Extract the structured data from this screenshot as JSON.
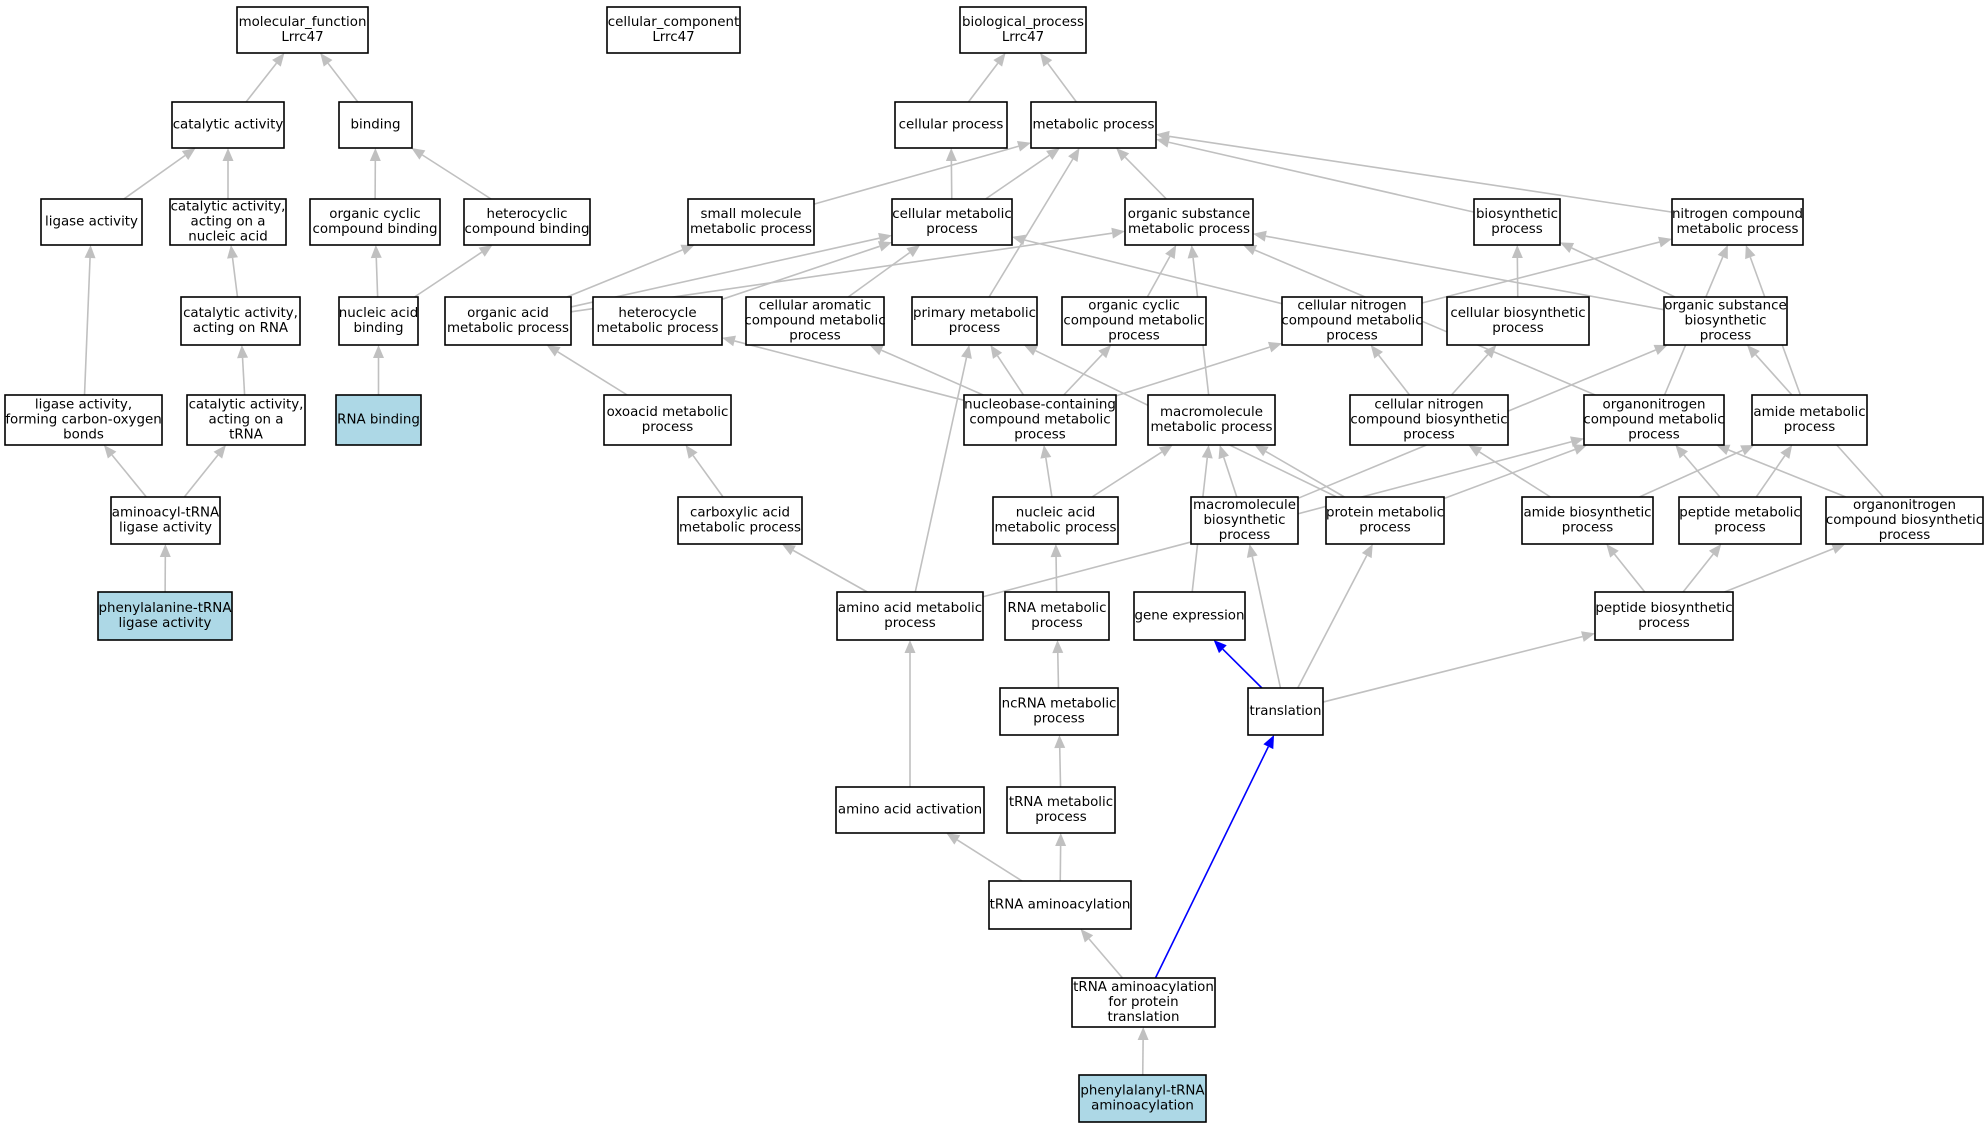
{
  "nodes": {
    "mf": {
      "lines": [
        "molecular_function",
        "Lrrc47"
      ],
      "fill": "#ffffff"
    },
    "cc": {
      "lines": [
        "cellular_component",
        "Lrrc47"
      ],
      "fill": "#ffffff"
    },
    "bp": {
      "lines": [
        "biological_process",
        "Lrrc47"
      ],
      "fill": "#ffffff"
    },
    "catalytic": {
      "lines": [
        "catalytic activity"
      ],
      "fill": "#ffffff"
    },
    "binding": {
      "lines": [
        "binding"
      ],
      "fill": "#ffffff"
    },
    "cellproc": {
      "lines": [
        "cellular process"
      ],
      "fill": "#ffffff"
    },
    "metproc": {
      "lines": [
        "metabolic process"
      ],
      "fill": "#ffffff"
    },
    "ligase": {
      "lines": [
        "ligase activity"
      ],
      "fill": "#ffffff"
    },
    "catna": {
      "lines": [
        "catalytic activity,",
        "acting on a",
        "nucleic acid"
      ],
      "fill": "#ffffff"
    },
    "orgcycbind": {
      "lines": [
        "organic cyclic",
        "compound binding"
      ],
      "fill": "#ffffff"
    },
    "hetbind": {
      "lines": [
        "heterocyclic",
        "compound binding"
      ],
      "fill": "#ffffff"
    },
    "smallmol": {
      "lines": [
        "small molecule",
        "metabolic process"
      ],
      "fill": "#ffffff"
    },
    "cellmet": {
      "lines": [
        "cellular metabolic",
        "process"
      ],
      "fill": "#ffffff"
    },
    "orgsub": {
      "lines": [
        "organic substance",
        "metabolic process"
      ],
      "fill": "#ffffff"
    },
    "biosyn": {
      "lines": [
        "biosynthetic",
        "process"
      ],
      "fill": "#ffffff"
    },
    "nitcomp": {
      "lines": [
        "nitrogen compound",
        "metabolic process"
      ],
      "fill": "#ffffff"
    },
    "catrna": {
      "lines": [
        "catalytic activity,",
        "acting on RNA"
      ],
      "fill": "#ffffff"
    },
    "nabind": {
      "lines": [
        "nucleic acid",
        "binding"
      ],
      "fill": "#ffffff"
    },
    "orgacid": {
      "lines": [
        "organic acid",
        "metabolic process"
      ],
      "fill": "#ffffff"
    },
    "hetmet": {
      "lines": [
        "heterocycle",
        "metabolic process"
      ],
      "fill": "#ffffff"
    },
    "cellarom": {
      "lines": [
        "cellular aromatic",
        "compound metabolic",
        "process"
      ],
      "fill": "#ffffff"
    },
    "primmet": {
      "lines": [
        "primary metabolic",
        "process"
      ],
      "fill": "#ffffff"
    },
    "orgcycmet": {
      "lines": [
        "organic cyclic",
        "compound metabolic",
        "process"
      ],
      "fill": "#ffffff"
    },
    "cellnit": {
      "lines": [
        "cellular nitrogen",
        "compound metabolic",
        "process"
      ],
      "fill": "#ffffff"
    },
    "cellbio": {
      "lines": [
        "cellular biosynthetic",
        "process"
      ],
      "fill": "#ffffff"
    },
    "orgsubbio": {
      "lines": [
        "organic substance",
        "biosynthetic",
        "process"
      ],
      "fill": "#ffffff"
    },
    "ligco": {
      "lines": [
        "ligase activity,",
        "forming carbon-oxygen",
        "bonds"
      ],
      "fill": "#ffffff"
    },
    "cattrna": {
      "lines": [
        "catalytic activity,",
        "acting on a",
        "tRNA"
      ],
      "fill": "#ffffff"
    },
    "rnabind": {
      "lines": [
        "RNA binding"
      ],
      "fill": "#add8e6"
    },
    "oxoacid": {
      "lines": [
        "oxoacid metabolic",
        "process"
      ],
      "fill": "#ffffff"
    },
    "nucbase": {
      "lines": [
        "nucleobase-containing",
        "compound metabolic",
        "process"
      ],
      "fill": "#ffffff"
    },
    "macromet": {
      "lines": [
        "macromolecule",
        "metabolic process"
      ],
      "fill": "#ffffff"
    },
    "cellnitbio": {
      "lines": [
        "cellular nitrogen",
        "compound biosynthetic",
        "process"
      ],
      "fill": "#ffffff"
    },
    "organomet": {
      "lines": [
        "organonitrogen",
        "compound metabolic",
        "process"
      ],
      "fill": "#ffffff"
    },
    "amidemet": {
      "lines": [
        "amide metabolic",
        "process"
      ],
      "fill": "#ffffff"
    },
    "aatrna": {
      "lines": [
        "aminoacyl-tRNA",
        "ligase activity"
      ],
      "fill": "#ffffff"
    },
    "carbox": {
      "lines": [
        "carboxylic acid",
        "metabolic process"
      ],
      "fill": "#ffffff"
    },
    "namet": {
      "lines": [
        "nucleic acid",
        "metabolic process"
      ],
      "fill": "#ffffff"
    },
    "macrobio": {
      "lines": [
        "macromolecule",
        "biosynthetic",
        "process"
      ],
      "fill": "#ffffff"
    },
    "protmet": {
      "lines": [
        "protein metabolic",
        "process"
      ],
      "fill": "#ffffff"
    },
    "amidebio": {
      "lines": [
        "amide biosynthetic",
        "process"
      ],
      "fill": "#ffffff"
    },
    "pepmet": {
      "lines": [
        "peptide metabolic",
        "process"
      ],
      "fill": "#ffffff"
    },
    "organobio": {
      "lines": [
        "organonitrogen",
        "compound biosynthetic",
        "process"
      ],
      "fill": "#ffffff"
    },
    "phetrna": {
      "lines": [
        "phenylalanine-tRNA",
        "ligase activity"
      ],
      "fill": "#add8e6"
    },
    "aamet": {
      "lines": [
        "amino acid metabolic",
        "process"
      ],
      "fill": "#ffffff"
    },
    "rnamet": {
      "lines": [
        "RNA metabolic",
        "process"
      ],
      "fill": "#ffffff"
    },
    "geneexp": {
      "lines": [
        "gene expression"
      ],
      "fill": "#ffffff"
    },
    "pepbio": {
      "lines": [
        "peptide biosynthetic",
        "process"
      ],
      "fill": "#ffffff"
    },
    "translation": {
      "lines": [
        "translation"
      ],
      "fill": "#ffffff"
    },
    "ncrna": {
      "lines": [
        "ncRNA metabolic",
        "process"
      ],
      "fill": "#ffffff"
    },
    "aaact": {
      "lines": [
        "amino acid activation"
      ],
      "fill": "#ffffff"
    },
    "trnamet": {
      "lines": [
        "tRNA metabolic",
        "process"
      ],
      "fill": "#ffffff"
    },
    "trnaaa": {
      "lines": [
        "tRNA aminoacylation"
      ],
      "fill": "#ffffff"
    },
    "trnaprot": {
      "lines": [
        "tRNA aminoacylation",
        "for protein",
        "translation"
      ],
      "fill": "#ffffff"
    },
    "phetrnaaa": {
      "lines": [
        "phenylalanyl-tRNA",
        "aminoacylation"
      ],
      "fill": "#add8e6"
    }
  },
  "edges": [
    {
      "from": "catalytic",
      "to": "mf",
      "color": "#c0c0c0"
    },
    {
      "from": "binding",
      "to": "mf",
      "color": "#c0c0c0"
    },
    {
      "from": "cellproc",
      "to": "bp",
      "color": "#c0c0c0"
    },
    {
      "from": "metproc",
      "to": "bp",
      "color": "#c0c0c0"
    },
    {
      "from": "ligase",
      "to": "catalytic",
      "color": "#c0c0c0"
    },
    {
      "from": "catna",
      "to": "catalytic",
      "color": "#c0c0c0"
    },
    {
      "from": "orgcycbind",
      "to": "binding",
      "color": "#c0c0c0"
    },
    {
      "from": "hetbind",
      "to": "binding",
      "color": "#c0c0c0"
    },
    {
      "from": "smallmol",
      "to": "metproc",
      "color": "#c0c0c0"
    },
    {
      "from": "cellmet",
      "to": "cellproc",
      "color": "#c0c0c0"
    },
    {
      "from": "cellmet",
      "to": "metproc",
      "color": "#c0c0c0"
    },
    {
      "from": "orgsub",
      "to": "metproc",
      "color": "#c0c0c0"
    },
    {
      "from": "biosyn",
      "to": "metproc",
      "color": "#c0c0c0"
    },
    {
      "from": "nitcomp",
      "to": "metproc",
      "color": "#c0c0c0"
    },
    {
      "from": "catrna",
      "to": "catna",
      "color": "#c0c0c0"
    },
    {
      "from": "nabind",
      "to": "orgcycbind",
      "color": "#c0c0c0"
    },
    {
      "from": "nabind",
      "to": "hetbind",
      "color": "#c0c0c0"
    },
    {
      "from": "orgacid",
      "to": "smallmol",
      "color": "#c0c0c0"
    },
    {
      "from": "orgacid",
      "to": "cellmet",
      "color": "#c0c0c0"
    },
    {
      "from": "orgacid",
      "to": "orgsub",
      "color": "#c0c0c0"
    },
    {
      "from": "hetmet",
      "to": "cellmet",
      "color": "#c0c0c0"
    },
    {
      "from": "cellarom",
      "to": "cellmet",
      "color": "#c0c0c0"
    },
    {
      "from": "primmet",
      "to": "metproc",
      "color": "#c0c0c0"
    },
    {
      "from": "orgcycmet",
      "to": "orgsub",
      "color": "#c0c0c0"
    },
    {
      "from": "cellnit",
      "to": "cellmet",
      "color": "#c0c0c0"
    },
    {
      "from": "cellnit",
      "to": "nitcomp",
      "color": "#c0c0c0"
    },
    {
      "from": "cellbio",
      "to": "biosyn",
      "color": "#c0c0c0"
    },
    {
      "from": "orgsubbio",
      "to": "biosyn",
      "color": "#c0c0c0"
    },
    {
      "from": "orgsubbio",
      "to": "orgsub",
      "color": "#c0c0c0"
    },
    {
      "from": "ligco",
      "to": "ligase",
      "color": "#c0c0c0"
    },
    {
      "from": "cattrna",
      "to": "catrna",
      "color": "#c0c0c0"
    },
    {
      "from": "rnabind",
      "to": "nabind",
      "color": "#c0c0c0"
    },
    {
      "from": "oxoacid",
      "to": "orgacid",
      "color": "#c0c0c0"
    },
    {
      "from": "nucbase",
      "to": "hetmet",
      "color": "#c0c0c0"
    },
    {
      "from": "nucbase",
      "to": "cellarom",
      "color": "#c0c0c0"
    },
    {
      "from": "nucbase",
      "to": "primmet",
      "color": "#c0c0c0"
    },
    {
      "from": "nucbase",
      "to": "orgcycmet",
      "color": "#c0c0c0"
    },
    {
      "from": "nucbase",
      "to": "cellnit",
      "color": "#c0c0c0"
    },
    {
      "from": "macromet",
      "to": "orgsub",
      "color": "#c0c0c0"
    },
    {
      "from": "cellnitbio",
      "to": "cellnit",
      "color": "#c0c0c0"
    },
    {
      "from": "cellnitbio",
      "to": "cellbio",
      "color": "#c0c0c0"
    },
    {
      "from": "organomet",
      "to": "orgsub",
      "color": "#c0c0c0"
    },
    {
      "from": "organomet",
      "to": "nitcomp",
      "color": "#c0c0c0"
    },
    {
      "from": "amidemet",
      "to": "nitcomp",
      "color": "#c0c0c0"
    },
    {
      "from": "aatrna",
      "to": "ligco",
      "color": "#c0c0c0"
    },
    {
      "from": "aatrna",
      "to": "cattrna",
      "color": "#c0c0c0"
    },
    {
      "from": "carbox",
      "to": "oxoacid",
      "color": "#c0c0c0"
    },
    {
      "from": "namet",
      "to": "nucbase",
      "color": "#c0c0c0"
    },
    {
      "from": "namet",
      "to": "macromet",
      "color": "#c0c0c0"
    },
    {
      "from": "macrobio",
      "to": "macromet",
      "color": "#c0c0c0"
    },
    {
      "from": "macrobio",
      "to": "orgsubbio",
      "color": "#c0c0c0"
    },
    {
      "from": "protmet",
      "to": "macromet",
      "color": "#c0c0c0"
    },
    {
      "from": "protmet",
      "to": "primmet",
      "color": "#c0c0c0"
    },
    {
      "from": "protmet",
      "to": "organomet",
      "color": "#c0c0c0"
    },
    {
      "from": "amidebio",
      "to": "amidemet",
      "color": "#c0c0c0"
    },
    {
      "from": "amidebio",
      "to": "cellnitbio",
      "color": "#c0c0c0"
    },
    {
      "from": "pepmet",
      "to": "organomet",
      "color": "#c0c0c0"
    },
    {
      "from": "pepmet",
      "to": "amidemet",
      "color": "#c0c0c0"
    },
    {
      "from": "organobio",
      "to": "organomet",
      "color": "#c0c0c0"
    },
    {
      "from": "organobio",
      "to": "orgsubbio",
      "color": "#c0c0c0"
    },
    {
      "from": "phetrna",
      "to": "aatrna",
      "color": "#c0c0c0"
    },
    {
      "from": "aamet",
      "to": "carbox",
      "color": "#c0c0c0"
    },
    {
      "from": "aamet",
      "to": "primmet",
      "color": "#c0c0c0"
    },
    {
      "from": "aamet",
      "to": "organomet",
      "color": "#c0c0c0"
    },
    {
      "from": "rnamet",
      "to": "namet",
      "color": "#c0c0c0"
    },
    {
      "from": "geneexp",
      "to": "macromet",
      "color": "#c0c0c0"
    },
    {
      "from": "pepbio",
      "to": "amidebio",
      "color": "#c0c0c0"
    },
    {
      "from": "pepbio",
      "to": "pepmet",
      "color": "#c0c0c0"
    },
    {
      "from": "pepbio",
      "to": "organobio",
      "color": "#c0c0c0"
    },
    {
      "from": "translation",
      "to": "geneexp",
      "color": "#0000ff"
    },
    {
      "from": "translation",
      "to": "macrobio",
      "color": "#c0c0c0"
    },
    {
      "from": "translation",
      "to": "protmet",
      "color": "#c0c0c0"
    },
    {
      "from": "translation",
      "to": "pepbio",
      "color": "#c0c0c0"
    },
    {
      "from": "ncrna",
      "to": "rnamet",
      "color": "#c0c0c0"
    },
    {
      "from": "aaact",
      "to": "aamet",
      "color": "#c0c0c0"
    },
    {
      "from": "trnamet",
      "to": "ncrna",
      "color": "#c0c0c0"
    },
    {
      "from": "trnaaa",
      "to": "aaact",
      "color": "#c0c0c0"
    },
    {
      "from": "trnaaa",
      "to": "trnamet",
      "color": "#c0c0c0"
    },
    {
      "from": "trnaprot",
      "to": "trnaaa",
      "color": "#c0c0c0"
    },
    {
      "from": "trnaprot",
      "to": "translation",
      "color": "#0000ff"
    },
    {
      "from": "phetrnaaa",
      "to": "trnaprot",
      "color": "#c0c0c0"
    }
  ]
}
